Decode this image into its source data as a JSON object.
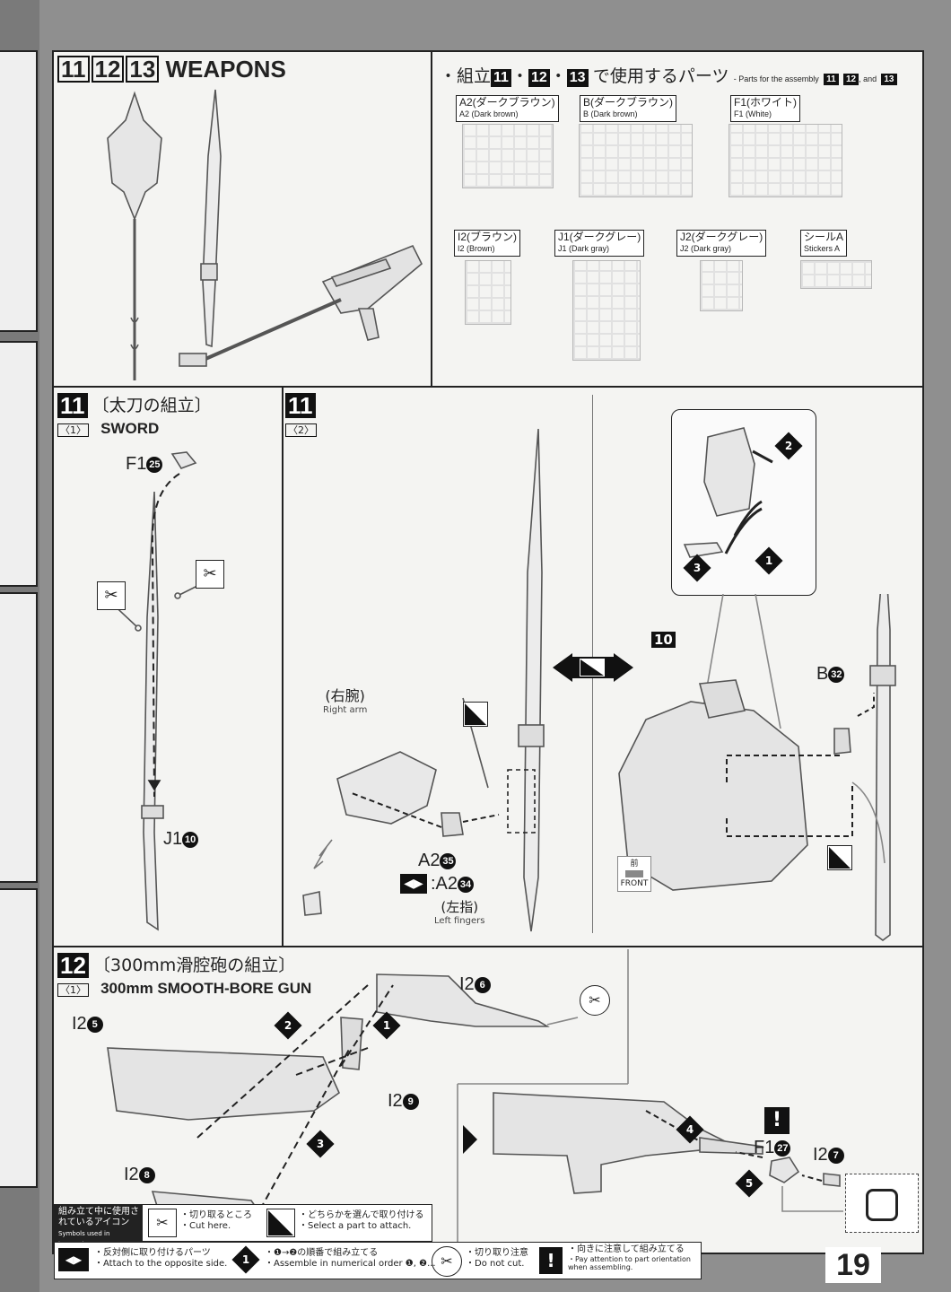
{
  "header": {
    "steps": [
      "11",
      "12",
      "13"
    ],
    "title": "WEAPONS",
    "parts_heading_jp": "・組立",
    "parts_heading_sep": "・",
    "parts_heading_jp2": "で使用するパーツ",
    "parts_heading_en": "- Parts for the assembly",
    "parts_heading_and": ", and"
  },
  "runners": [
    {
      "jp": "A2(ダークブラウン)",
      "en": "A2 (Dark brown)"
    },
    {
      "jp": "B(ダークブラウン)",
      "en": "B (Dark brown)"
    },
    {
      "jp": "F1(ホワイト)",
      "en": "F1 (White)"
    },
    {
      "jp": "I2(ブラウン)",
      "en": "I2 (Brown)"
    },
    {
      "jp": "J1(ダークグレー)",
      "en": "J1 (Dark gray)"
    },
    {
      "jp": "J2(ダークグレー)",
      "en": "J2 (Dark gray)"
    },
    {
      "jp": "シールA",
      "en": "Stickers A"
    }
  ],
  "step11": {
    "num": "11",
    "sub1": "〈1〉",
    "jp": "〔太刀の組立〕",
    "en": "SWORD",
    "sub2": "〈2〉",
    "parts": {
      "f1": "F1",
      "f1_num": "25",
      "j1": "J1",
      "j1_num": "10",
      "a2a": "A2",
      "a2a_num": "35",
      "a2b": ":A2",
      "a2b_num": "34",
      "left_fingers_jp": "(左指)",
      "left_fingers_en": "Left fingers",
      "right_arm_jp": "(右腕)",
      "right_arm_en": "Right arm",
      "b": "B",
      "b_num": "32",
      "ref": "10",
      "front_jp": "前",
      "front_en": "FRONT",
      "order1": "1",
      "order2": "2",
      "order3": "3"
    }
  },
  "step12": {
    "num": "12",
    "sub1": "〈1〉",
    "jp": "〔300mm滑腔砲の組立〕",
    "en": "300mm SMOOTH-BORE GUN",
    "parts": {
      "p5": "I2",
      "p5_num": "5",
      "p6": "I2",
      "p6_num": "6",
      "p7": "I2",
      "p7_num": "7",
      "p8": "I2",
      "p8_num": "8",
      "p9": "I2",
      "p9_num": "9",
      "f1": "F1",
      "f1_num": "27",
      "o1": "1",
      "o2": "2",
      "o3": "3",
      "o4": "4",
      "o5": "5"
    }
  },
  "legend": {
    "title_jp": "組み立て中に使用されているアイコン",
    "title_en": "Symbols used in instructions",
    "cut_jp": "・切り取るところ",
    "cut_en": "・Cut here.",
    "select_jp": "・どちらかを選んで取り付ける",
    "select_en": "・Select a part to attach.",
    "opposite_jp": "・反対側に取り付けるパーツ",
    "opposite_en": "・Attach to the opposite side.",
    "order_jp": "・❶→❷の順番で組み立てる",
    "order_en": "・Assemble in numerical order ❶, ❷...",
    "nocut_jp": "・切り取り注意",
    "nocut_en": "・Do not cut.",
    "orient_jp": "・向きに注意して組み立てる",
    "orient_en": "・Pay attention to part orientation when assembling."
  },
  "page_number": "19"
}
